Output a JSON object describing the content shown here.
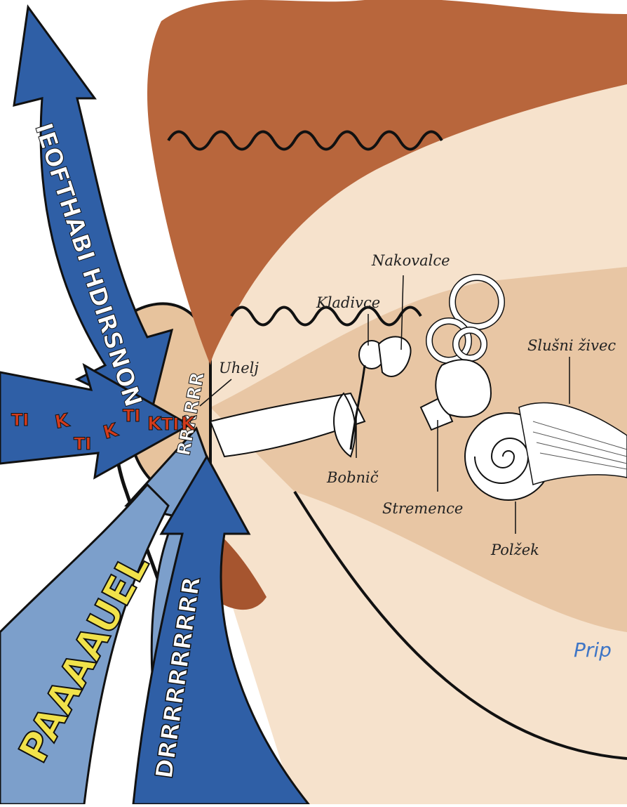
{
  "labels": {
    "nakovalce": "Nakovalce",
    "kladivce": "Kladivce",
    "slusni_zivec": "Slušni živec",
    "uhelj": "Uhelj",
    "bobnic": "Bobnič",
    "stremence": "Stremence",
    "polzek": "Polžek"
  },
  "sound_words": {
    "top_arrow": "IEOFTHABI HDIRSNON",
    "tik": [
      "TI",
      "K",
      "TI",
      "K",
      "TI",
      "K",
      "TI",
      "K"
    ],
    "rrr": "RRRRRR",
    "paaauel": "PAAAAUEL",
    "drrr": "DRRRRRRRRRR"
  },
  "corner_text": "Prip",
  "colors": {
    "hair": "#b8663c",
    "skin": "#e7c39d",
    "skin_dark": "#d5a57c",
    "arrow_blue": "#2f5fa6",
    "arrow_light": "#7c9fcb",
    "letter_yellow": "#f1e24a",
    "letter_red": "#d23b1c",
    "corner_blue": "#3f76c6"
  }
}
